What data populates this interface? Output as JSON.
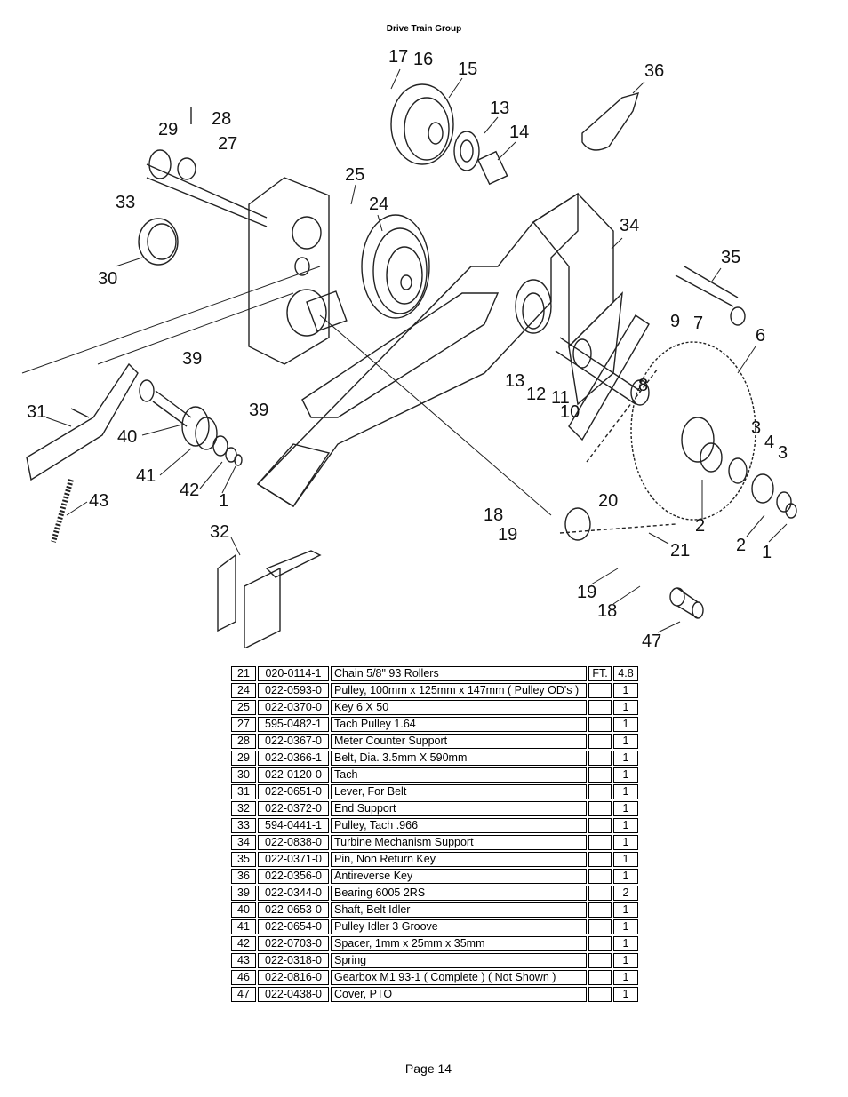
{
  "header": {
    "title": "Drive Train Group"
  },
  "diagram": {
    "labels": [
      "17",
      "16",
      "15",
      "36",
      "29",
      "28",
      "13",
      "14",
      "27",
      "33",
      "25",
      "24",
      "34",
      "30",
      "35",
      "9",
      "7",
      "6",
      "39",
      "13",
      "12",
      "11",
      "8",
      "10",
      "31",
      "39",
      "40",
      "41",
      "42",
      "1",
      "3",
      "4",
      "3",
      "43",
      "20",
      "18",
      "19",
      "2",
      "2",
      "1",
      "32",
      "21",
      "19",
      "18",
      "47"
    ]
  },
  "parts_table": {
    "rows": [
      {
        "no": "21",
        "part": "020-0114-1",
        "desc": "Chain 5/8\" 93 Rollers",
        "unit": "FT.",
        "qty": "4.8"
      },
      {
        "no": "24",
        "part": "022-0593-0",
        "desc": "Pulley, 100mm x 125mm x 147mm ( Pulley OD's )",
        "unit": "",
        "qty": "1"
      },
      {
        "no": "25",
        "part": "022-0370-0",
        "desc": "Key 6 X 50",
        "unit": "",
        "qty": "1"
      },
      {
        "no": "27",
        "part": "595-0482-1",
        "desc": "Tach Pulley 1.64",
        "unit": "",
        "qty": "1"
      },
      {
        "no": "28",
        "part": "022-0367-0",
        "desc": "Meter Counter Support",
        "unit": "",
        "qty": "1"
      },
      {
        "no": "29",
        "part": "022-0366-1",
        "desc": "Belt, Dia. 3.5mm X 590mm",
        "unit": "",
        "qty": "1"
      },
      {
        "no": "30",
        "part": "022-0120-0",
        "desc": "Tach",
        "unit": "",
        "qty": "1"
      },
      {
        "no": "31",
        "part": "022-0651-0",
        "desc": "Lever, For Belt",
        "unit": "",
        "qty": "1"
      },
      {
        "no": "32",
        "part": "022-0372-0",
        "desc": "End Support",
        "unit": "",
        "qty": "1"
      },
      {
        "no": "33",
        "part": "594-0441-1",
        "desc": "Pulley, Tach .966",
        "unit": "",
        "qty": "1"
      },
      {
        "no": "34",
        "part": "022-0838-0",
        "desc": "Turbine Mechanism Support",
        "unit": "",
        "qty": "1"
      },
      {
        "no": "35",
        "part": "022-0371-0",
        "desc": "Pin, Non Return Key",
        "unit": "",
        "qty": "1"
      },
      {
        "no": "36",
        "part": "022-0356-0",
        "desc": "Antireverse Key",
        "unit": "",
        "qty": "1"
      },
      {
        "no": "39",
        "part": "022-0344-0",
        "desc": "Bearing 6005 2RS",
        "unit": "",
        "qty": "2"
      },
      {
        "no": "40",
        "part": "022-0653-0",
        "desc": "Shaft, Belt Idler",
        "unit": "",
        "qty": "1"
      },
      {
        "no": "41",
        "part": "022-0654-0",
        "desc": "Pulley Idler 3 Groove",
        "unit": "",
        "qty": "1"
      },
      {
        "no": "42",
        "part": "022-0703-0",
        "desc": "Spacer, 1mm x 25mm x 35mm",
        "unit": "",
        "qty": "1"
      },
      {
        "no": "43",
        "part": "022-0318-0",
        "desc": "Spring",
        "unit": "",
        "qty": "1"
      },
      {
        "no": "46",
        "part": "022-0816-0",
        "desc": "Gearbox M1 93-1 ( Complete ) ( Not Shown )",
        "unit": "",
        "qty": "1"
      },
      {
        "no": "47",
        "part": "022-0438-0",
        "desc": "Cover, PTO",
        "unit": "",
        "qty": "1"
      }
    ]
  },
  "footer": {
    "page": "Page 14"
  }
}
